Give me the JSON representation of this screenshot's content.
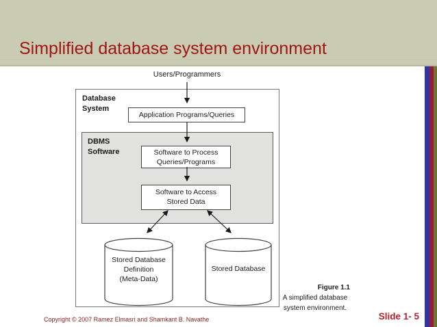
{
  "slide": {
    "title": "Simplified database system environment",
    "footer": {
      "copyright": "Copyright © 2007 Ramez Elmasri and Shamkant B. Navathe",
      "slide_number": "Slide 1- 5"
    },
    "colors": {
      "header_background": "#c9ccb2",
      "title_text": "#a01414",
      "stripe_blue": "#2f36a2",
      "stripe_maroon": "#951d41",
      "stripe_olive": "#72742f",
      "slide_number_text": "#b5232b",
      "copyright_text": "#8b2018",
      "dbms_box_fill": "#e1e1e0"
    }
  },
  "diagram": {
    "users": "Users/Programmers",
    "database_system": [
      "Database",
      "System"
    ],
    "dbms_software": [
      "DBMS",
      "Software"
    ],
    "application_box": "Application Programs/Queries",
    "process_box": [
      "Software to Process",
      "Queries/Programs"
    ],
    "access_box": [
      "Software to Access",
      "Stored Data"
    ],
    "meta_cylinder": [
      "Stored Database",
      "Definition",
      "(Meta-Data)"
    ],
    "data_cylinder": "Stored Database",
    "caption": {
      "label": "Figure 1.1",
      "lines": [
        "A simplified database",
        "system environment."
      ]
    }
  }
}
